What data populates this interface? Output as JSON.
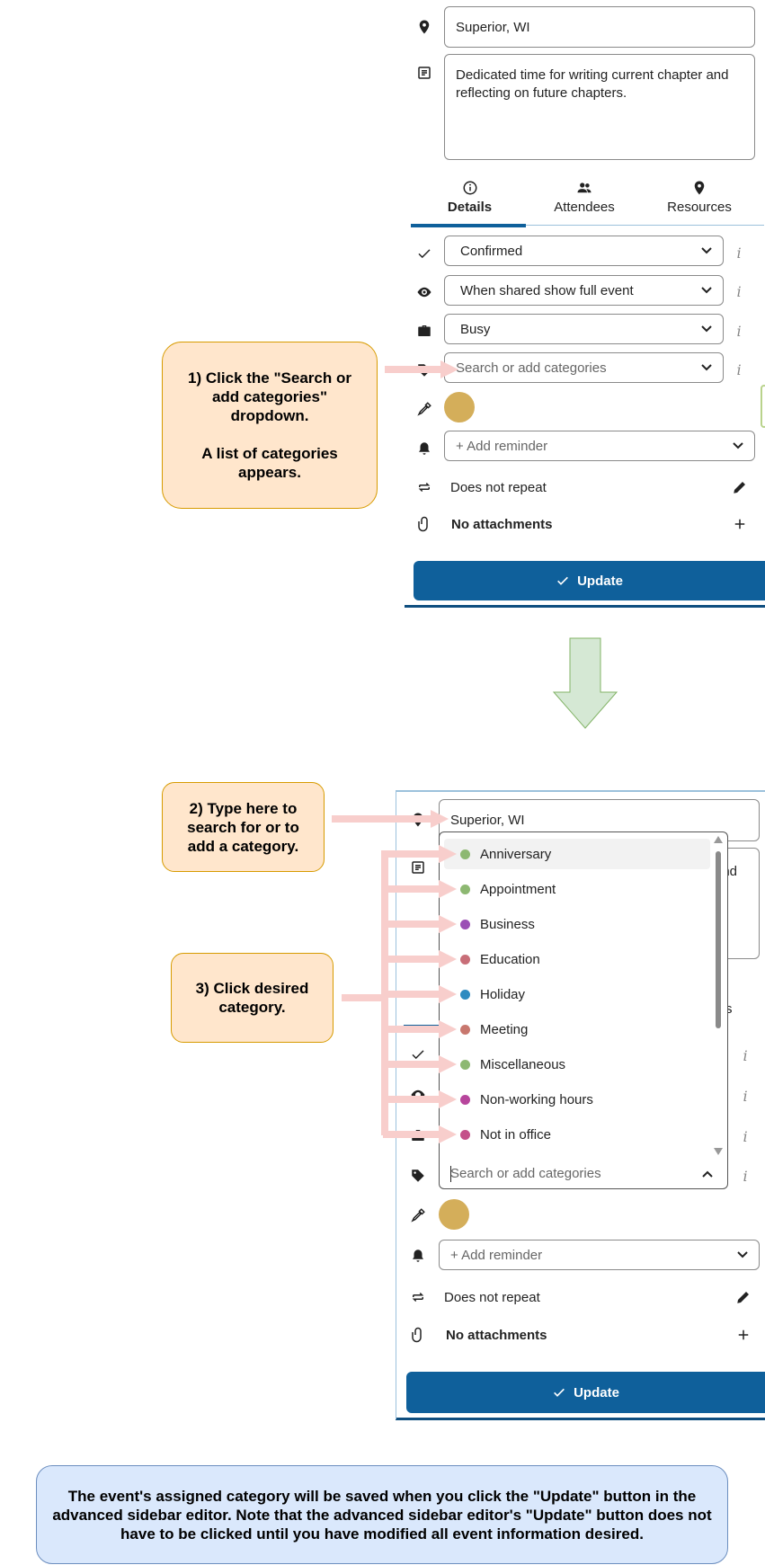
{
  "top": {
    "location_value": "Superior, WI",
    "description_value": "Dedicated time for writing current chapter and reflecting on future chapters.",
    "tabs": [
      {
        "label": "Details",
        "icon": "info-icon"
      },
      {
        "label": "Attendees",
        "icon": "people-icon"
      },
      {
        "label": "Resources",
        "icon": "location-pin-icon"
      }
    ],
    "status_value": "Confirmed",
    "visibility_value": "When shared show full event",
    "busy_value": "Busy",
    "category_placeholder": "Search or add categories",
    "reminder_label": "+ Add reminder",
    "repeat_label": "Does not repeat",
    "attachments_label": "No attachments",
    "update_label": "Update",
    "info_glyph": "i"
  },
  "bottom": {
    "location_value": "Superior, WI",
    "description_peek": "nd",
    "tab_peek": "s",
    "categories": [
      {
        "label": "Anniversary",
        "color": "#8db872"
      },
      {
        "label": "Appointment",
        "color": "#8db872"
      },
      {
        "label": "Business",
        "color": "#9b4fb5"
      },
      {
        "label": "Education",
        "color": "#c86e78"
      },
      {
        "label": "Holiday",
        "color": "#2e8bc0"
      },
      {
        "label": "Meeting",
        "color": "#c8776e"
      },
      {
        "label": "Miscellaneous",
        "color": "#8db872"
      },
      {
        "label": "Non-working hours",
        "color": "#b7459c"
      },
      {
        "label": "Not in office",
        "color": "#c4508a"
      }
    ],
    "category_placeholder": "Search or add categories",
    "reminder_label": "+ Add reminder",
    "repeat_label": "Does not repeat",
    "attachments_label": "No attachments",
    "update_label": "Update",
    "info_glyph": "i"
  },
  "colors": {
    "accent": "#0f609b",
    "event_color": "#d4ae5a",
    "callout_fill": "#ffe6cc",
    "note_fill": "#dae8fc",
    "arrow_fill": "#d5e8d4",
    "pointer_arrow": "#f8cecc"
  },
  "callouts": {
    "step1_line1": "1)  Click the \"Search or add categories\" dropdown.",
    "step1_line2": "A list of categories appears.",
    "step2": "2) Type here to search for or to add a category.",
    "step3": "3) Click desired category."
  },
  "note": "The event's assigned category will be saved when you click the \"Update\" button in the advanced sidebar editor.  Note that the advanced sidebar editor's \"Update\" button does not have to be clicked until you have modified all event information desired."
}
